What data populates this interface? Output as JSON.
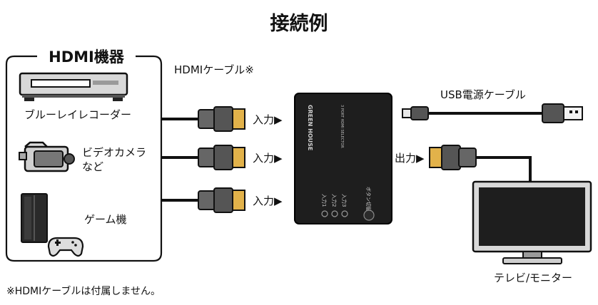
{
  "title": "接続例",
  "source_group": {
    "label": "HDMI機器",
    "devices": [
      {
        "label": "ブルーレイレコーダー",
        "icon": "bluray-recorder-icon"
      },
      {
        "label": "ビデオカメラ",
        "label2": "など",
        "icon": "video-camera-icon"
      },
      {
        "label": "ゲーム機",
        "icon": "game-console-icon"
      }
    ]
  },
  "hdmi_cable_label": "HDMIケーブル※",
  "inputs": [
    "入力▶",
    "入力▶",
    "入力▶"
  ],
  "output_label": "出力▶",
  "usb_cable_label": "USB電源ケーブル",
  "switcher": {
    "brand": "GREEN HOUSE",
    "model_text": "3 PORT HDMI SELECTOR",
    "port_labels": [
      "入力1",
      "入力2",
      "入力3"
    ],
    "button_label": "ボタン切替"
  },
  "tv_label": "テレビ/モニター",
  "footnote": "※HDMIケーブルは付属しません。",
  "colors": {
    "plug_gold": "#e2b24a",
    "plug_body": "#5a5a5a",
    "device_dark": "#1e1e1e",
    "line": "#111111"
  }
}
